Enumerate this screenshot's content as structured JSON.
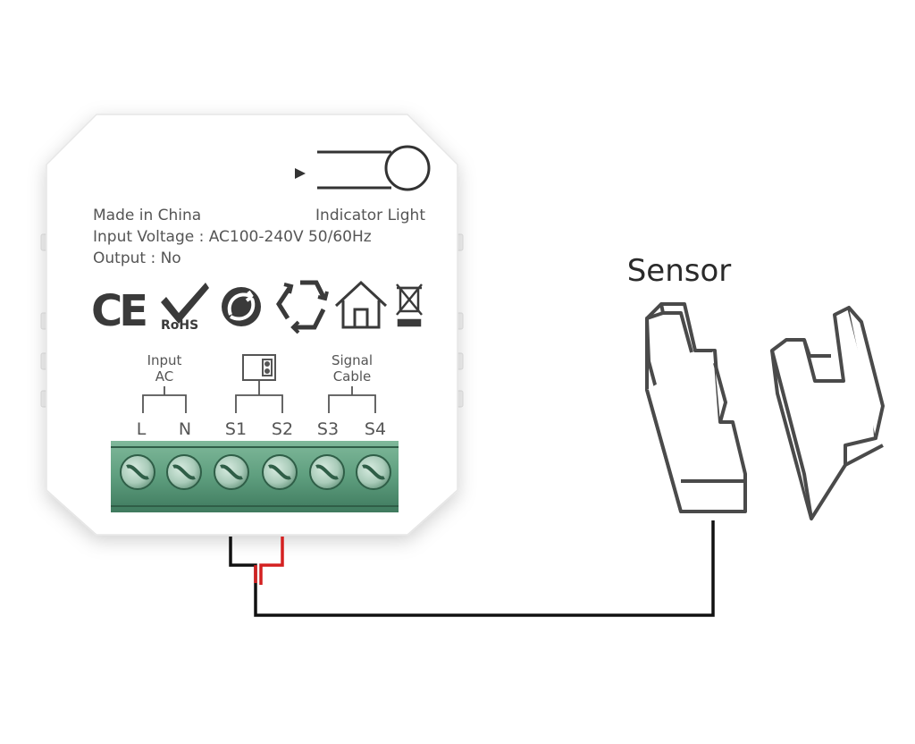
{
  "device": {
    "made_in": "Made in China",
    "indicator_light": "Indicator Light",
    "input_voltage": "Input Voltage : AC100-240V 50/60Hz",
    "output": "Output :  No",
    "cert_marks": {
      "ce": "CE",
      "rohs": "RoHS"
    },
    "groups": {
      "input_line1": "Input",
      "input_line2": "AC",
      "signal_line1": "Signal",
      "signal_line2": "Cable"
    },
    "terminals": {
      "l": "L",
      "n": "N",
      "s1": "S1",
      "s2": "S2",
      "s3": "S3",
      "s4": "S4"
    }
  },
  "sensor": {
    "label": "Sensor"
  },
  "colors": {
    "terminal_block": "#5e9e7e",
    "wire_red": "#d42020",
    "wire_black": "#111111",
    "outline": "#4a4a4a"
  }
}
